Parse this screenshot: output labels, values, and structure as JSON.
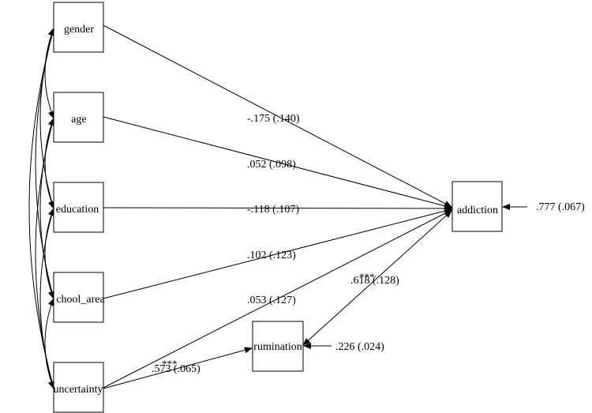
{
  "nodes": {
    "gender": "gender",
    "age": "age",
    "education": "education",
    "school_area": "chool_area",
    "uncertainty": "uncertainty",
    "rumination": "rumination",
    "addiction": "addiction"
  },
  "paths": {
    "gender_addiction": ".175 (.140)",
    "gender_addiction_sign": "-",
    "age_addiction": ".052 (.098)",
    "education_addiction": ".118 (.107)",
    "education_addiction_sign": "-",
    "school_area_addiction": ".102 (.123)",
    "uncertainty_addiction": ".053 (.127)",
    "uncertainty_rumination": ".573 (.065)",
    "uncertainty_rumination_sig": "***",
    "rumination_addiction": ".618 (.128)",
    "rumination_addiction_sig": "***"
  },
  "residuals": {
    "addiction": ".777 (.067)",
    "rumination": ".226 (.024)"
  }
}
